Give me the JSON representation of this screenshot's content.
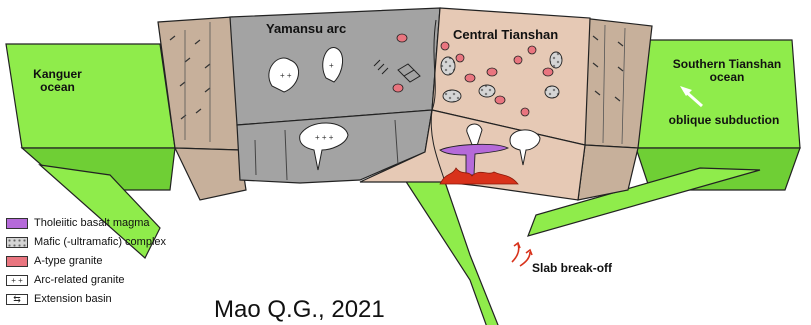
{
  "colors": {
    "ocean": "#8fec4b",
    "yamansu": "#a3a3a3",
    "tianshan": "#e6c9b5",
    "accretion": "#c7b09b",
    "magma": "#b56ad9",
    "granite": "#e9757f",
    "melt": "#d8321b"
  },
  "labels": {
    "kanguer": "Kanguer ocean",
    "yamansu": "Yamansu arc",
    "central_tianshan": "Central Tianshan",
    "southern_tianshan": "Southern Tianshan ocean",
    "oblique": "oblique subduction",
    "slab": "Slab break-off"
  },
  "legend": [
    {
      "text": "Tholeiitic basalt magma",
      "swatch": "magma"
    },
    {
      "text": "Mafic (-ultramafic) complex",
      "swatch": "mafic"
    },
    {
      "text": "A-type granite",
      "swatch": "atype"
    },
    {
      "text": "Arc-related granite",
      "swatch": "arc"
    },
    {
      "text": "Extension basin",
      "swatch": "basin"
    }
  ],
  "citation": "Mao Q.G., 2021"
}
